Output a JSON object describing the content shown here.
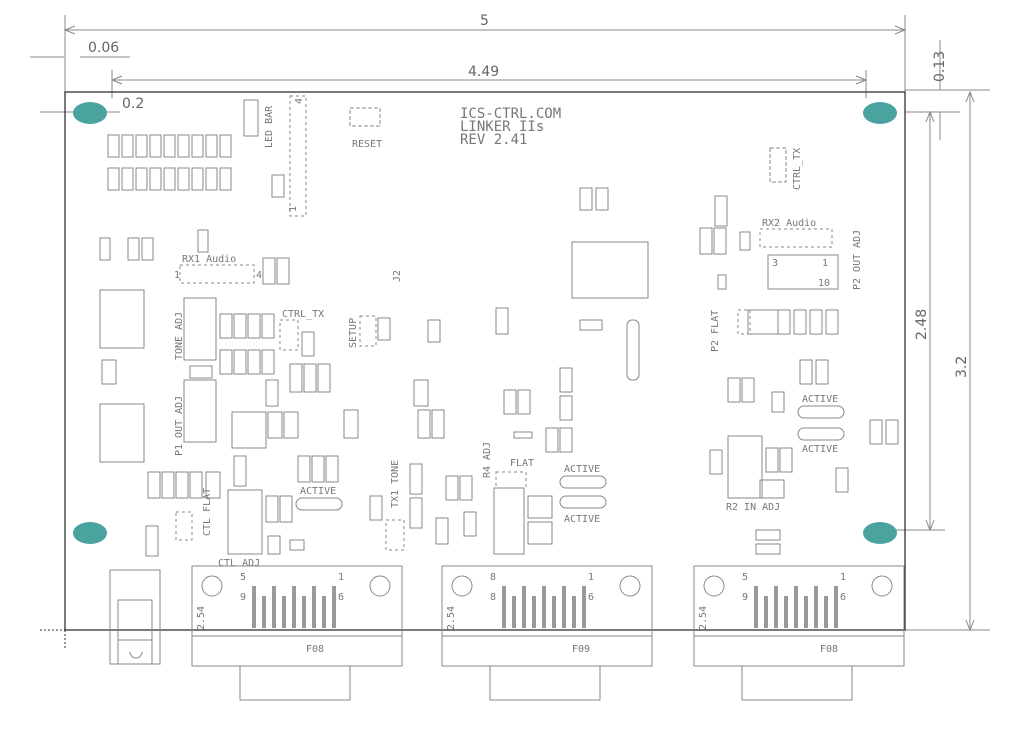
{
  "dimensions": {
    "width_total": "5",
    "hole_offset_x": "0.06",
    "hole_span": "4.49",
    "hole_offset_top": "0.13",
    "hole_offset_left": "0.2",
    "height_total": "3.2",
    "hole_span_vertical": "2.48"
  },
  "board": {
    "title_line1": "ICS-CTRL.COM",
    "title_line2": "LINKER IIs",
    "title_line3": "REV 2.41",
    "pad_color": "#4ba3a0",
    "outline_color": "#222222",
    "silk_color": "#888888"
  },
  "labels": {
    "led_bar": "LED BAR",
    "reset": "RESET",
    "ctrl_tx_right": "CTRL_TX",
    "rx1_audio": "RX1 Audio",
    "rx2_audio": "RX2 Audio",
    "j2": "J2",
    "ctrl_tx_left": "CTRL_TX",
    "tone_adj": "TONE ADJ",
    "setup": "SETUP",
    "p1_out_adj": "P1 OUT ADJ",
    "p2_out_adj": "P2 OUT ADJ",
    "p2_flat": "P2 FLAT",
    "active_r1": "ACTIVE",
    "active_r2": "ACTIVE",
    "active_c1": "ACTIVE",
    "active_c2": "ACTIVE",
    "active_l": "ACTIVE",
    "tx1_tone": "TX1 TONE",
    "r4_adj": "R4 ADJ",
    "flat_mid": "FLAT",
    "ctl_flat": "CTL FLAT",
    "ctl_adj": "CTL ADJ",
    "r2_in_adj": "R2 IN ADJ",
    "db_pin5": "5",
    "db_pin1": "1",
    "db_pin9": "9",
    "db_pin6": "6",
    "db_pin8": "8",
    "conn1": "F08",
    "conn2": "F09",
    "conn3": "F08",
    "rotated_1": "2.54",
    "rotated_2": "2.54",
    "rotated_3": "2.54",
    "pin_1": "1",
    "pin_4": "4",
    "pin_3": "3",
    "pin_10": "10"
  }
}
